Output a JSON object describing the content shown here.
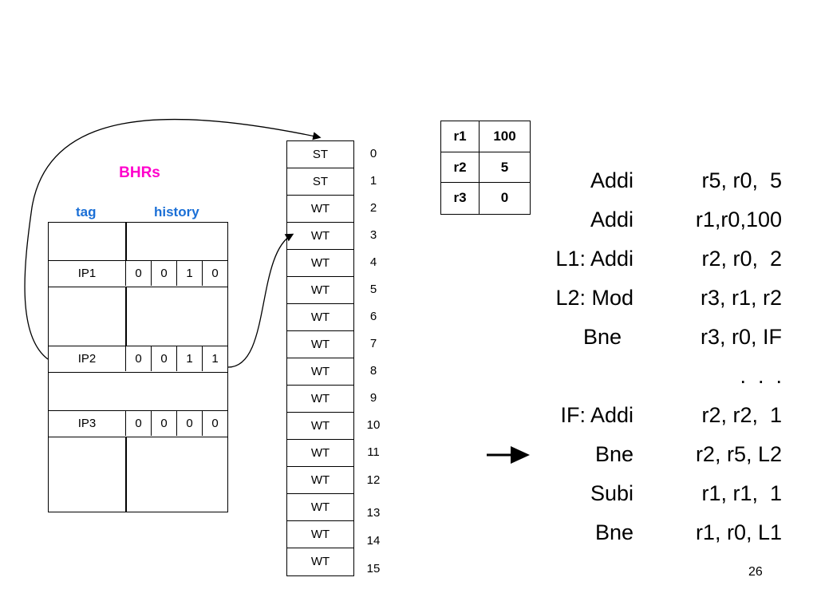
{
  "bhr": {
    "title": "BHRs",
    "tag_header": "tag",
    "history_header": "history",
    "rows": [
      {
        "tag": "IP1",
        "bits": [
          "0",
          "0",
          "1",
          "0"
        ]
      },
      {
        "tag": "IP2",
        "bits": [
          "0",
          "0",
          "1",
          "1"
        ]
      },
      {
        "tag": "IP3",
        "bits": [
          "0",
          "0",
          "0",
          "0"
        ]
      }
    ]
  },
  "pht": {
    "states": [
      "ST",
      "ST",
      "WT",
      "WT",
      "WT",
      "WT",
      "WT",
      "WT",
      "WT",
      "WT",
      "WT",
      "WT",
      "WT",
      "WT",
      "WT",
      "WT"
    ],
    "indices": [
      "0",
      "1",
      "2",
      "3",
      "4",
      "5",
      "6",
      "7",
      "8",
      "9",
      "10",
      "11",
      "12",
      "13",
      "14",
      "15"
    ]
  },
  "registers": [
    {
      "name": "r1",
      "value": "100"
    },
    {
      "name": "r2",
      "value": "5"
    },
    {
      "name": "r3",
      "value": "0"
    }
  ],
  "program": [
    {
      "op": "Addi",
      "args": "r5, r0,  5"
    },
    {
      "op": "Addi",
      "args": "r1,r0,100"
    },
    {
      "op": "L1: Addi",
      "args": "r2, r0,  2"
    },
    {
      "op": "L2: Mod",
      "args": "r3, r1, r2"
    },
    {
      "op": "Bne  ",
      "args": "r3, r0, IF"
    },
    {
      "op": "",
      "args": ".  .  ."
    },
    {
      "op": "IF: Addi",
      "args": "r2, r2,  1"
    },
    {
      "op": "Bne",
      "args": "r2, r5, L2"
    },
    {
      "op": "Subi",
      "args": "r1, r1,  1"
    },
    {
      "op": "Bne",
      "args": "r1, r0, L1"
    }
  ],
  "page_number": "26",
  "colors": {
    "bhr_title": "#ff00cc",
    "headers": "#1a6fd6"
  }
}
